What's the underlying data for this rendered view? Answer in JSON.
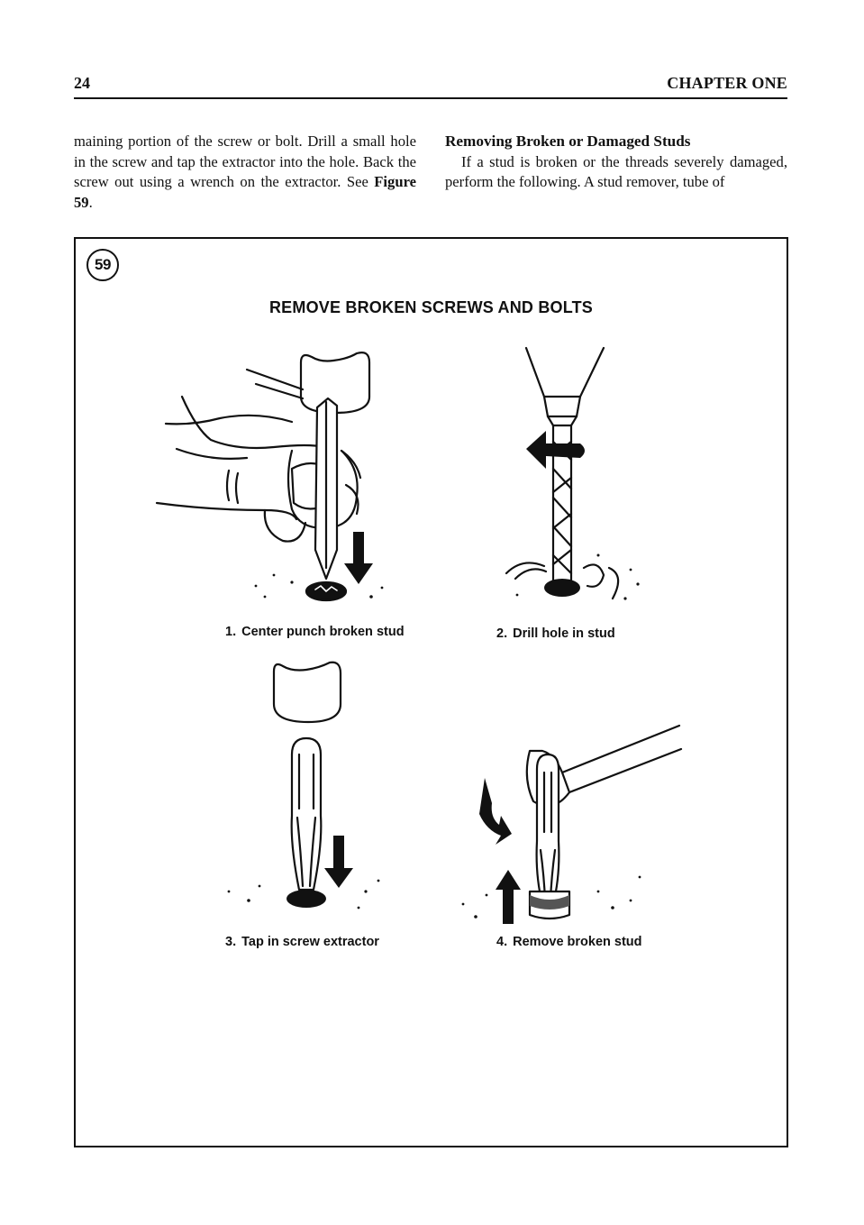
{
  "header": {
    "page_number": "24",
    "chapter_title": "CHAPTER ONE"
  },
  "left_column": {
    "text": "maining portion of the screw or bolt. Drill a small hole in the screw and tap the extractor into the hole. Back the screw out using a wrench on the extractor. See ",
    "figure_ref": "Figure 59",
    "end": "."
  },
  "right_column": {
    "heading": "Removing Broken or Damaged Studs",
    "text": "If a stud is broken or the threads severely damaged, perform the following. A stud remover, tube of"
  },
  "figure": {
    "number": "59",
    "title": "REMOVE BROKEN SCREWS AND BOLTS",
    "panels": [
      {
        "step": "1.",
        "caption": "Center punch broken stud"
      },
      {
        "step": "2.",
        "caption": "Drill hole in stud"
      },
      {
        "step": "3.",
        "caption": "Tap in screw extractor"
      },
      {
        "step": "4.",
        "caption": "Remove broken stud"
      }
    ]
  }
}
